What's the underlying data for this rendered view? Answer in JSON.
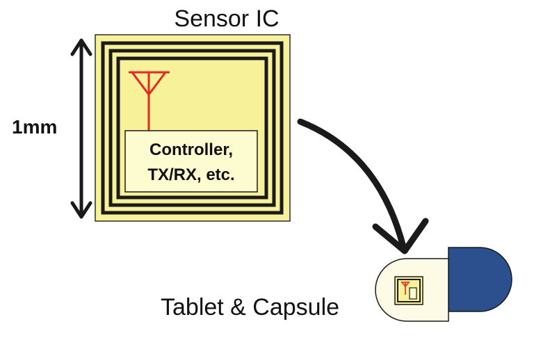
{
  "title": "Sensor IC",
  "dimension_label": "1mm",
  "chip_block": {
    "line1": "Controller,",
    "line2": "TX/RX, etc."
  },
  "capsule_label": "Tablet & Capsule",
  "colors": {
    "chip_yellow": "#f7f19a",
    "chip_block": "#fdfbd0",
    "antenna_red": "#e8281e",
    "capsule_blue": "#2c4f8e",
    "capsule_white": "#fdfbe6",
    "line_dark": "#1a1a1a"
  },
  "icons": [
    "antenna-icon",
    "double-arrow-icon",
    "curved-arrow-icon"
  ]
}
